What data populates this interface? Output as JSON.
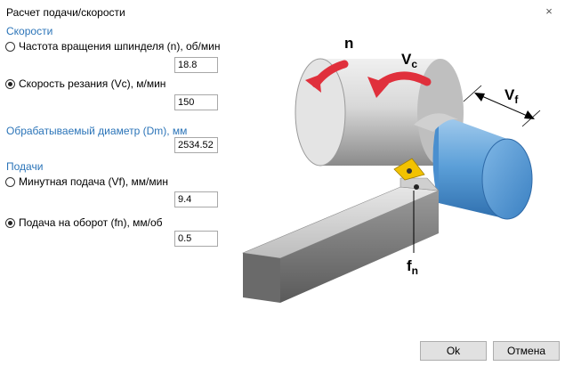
{
  "window": {
    "title": "Расчет подачи/скорости",
    "close_glyph": "×"
  },
  "speeds": {
    "heading": "Скорости",
    "spindle": {
      "label": "Частота вращения шпинделя (n), об/мин",
      "value": "18.8",
      "checked": false
    },
    "cutting": {
      "label": "Скорость резания (Vc), м/мин",
      "value": "150",
      "checked": true
    }
  },
  "diameter": {
    "heading": "Обрабатываемый диаметр (Dm), мм",
    "value": "2534.52"
  },
  "feeds": {
    "heading": "Подачи",
    "minute": {
      "label": "Минутная подача (Vf), мм/мин",
      "value": "9.4",
      "checked": false
    },
    "per_rev": {
      "label": "Подача на оборот (fn), мм/об",
      "value": "0.5",
      "checked": true
    }
  },
  "illustration": {
    "label_n": "n",
    "label_vc": "V",
    "label_vc_sub": "c",
    "label_vf": "V",
    "label_vf_sub": "f",
    "label_fn": "f",
    "label_fn_sub": "n",
    "colors": {
      "arrow": "#e0303c",
      "workpiece": "#5b9fd8",
      "insert": "#f2c200"
    }
  },
  "buttons": {
    "ok": "Ok",
    "cancel": "Отмена"
  }
}
